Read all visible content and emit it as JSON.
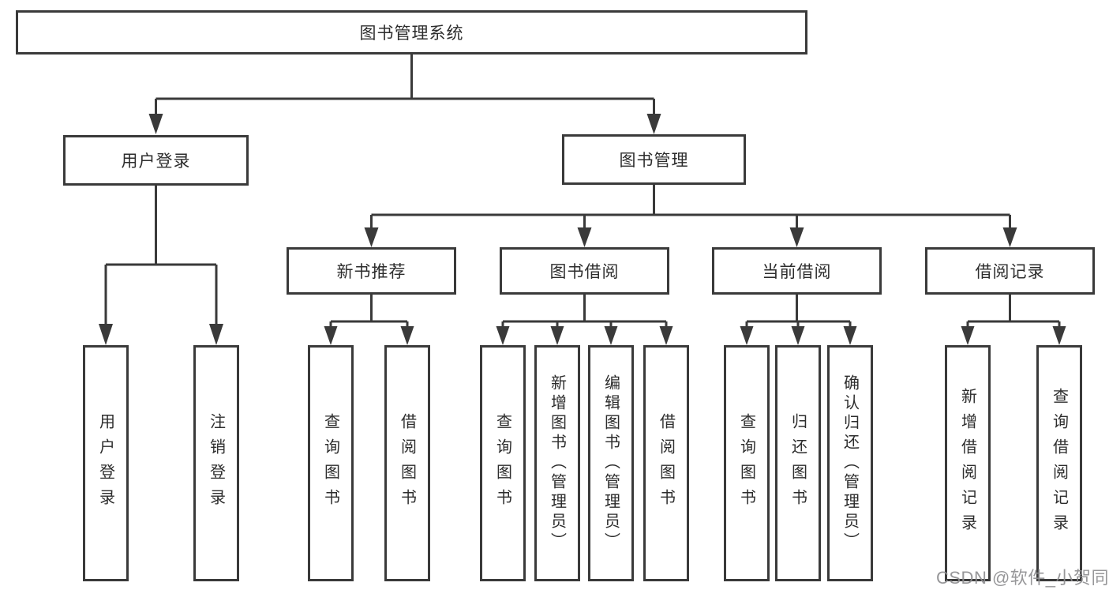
{
  "diagram": {
    "root": {
      "label": "图书管理系统"
    },
    "level2": [
      {
        "label": "用户登录"
      },
      {
        "label": "图书管理"
      }
    ],
    "level3": [
      {
        "label": "新书推荐"
      },
      {
        "label": "图书借阅"
      },
      {
        "label": "当前借阅"
      },
      {
        "label": "借阅记录"
      }
    ],
    "leaves": {
      "user": [
        "用户登录",
        "注销登录"
      ],
      "recommend": [
        "查询图书",
        "借阅图书"
      ],
      "borrow": [
        "查询图书",
        "新增图书（管理员）",
        "编辑图书（管理员）",
        "借阅图书"
      ],
      "current": [
        "查询图书",
        "归还图书",
        "确认归还（管理员）"
      ],
      "records": [
        "新增借阅记录",
        "查询借阅记录"
      ]
    }
  },
  "watermark": "CSDN @软件_小贺同学",
  "colors": {
    "line": "#3a3a3a",
    "text": "#2d2d2d",
    "watermark": "#8e8e90",
    "background": "#ffffff"
  }
}
